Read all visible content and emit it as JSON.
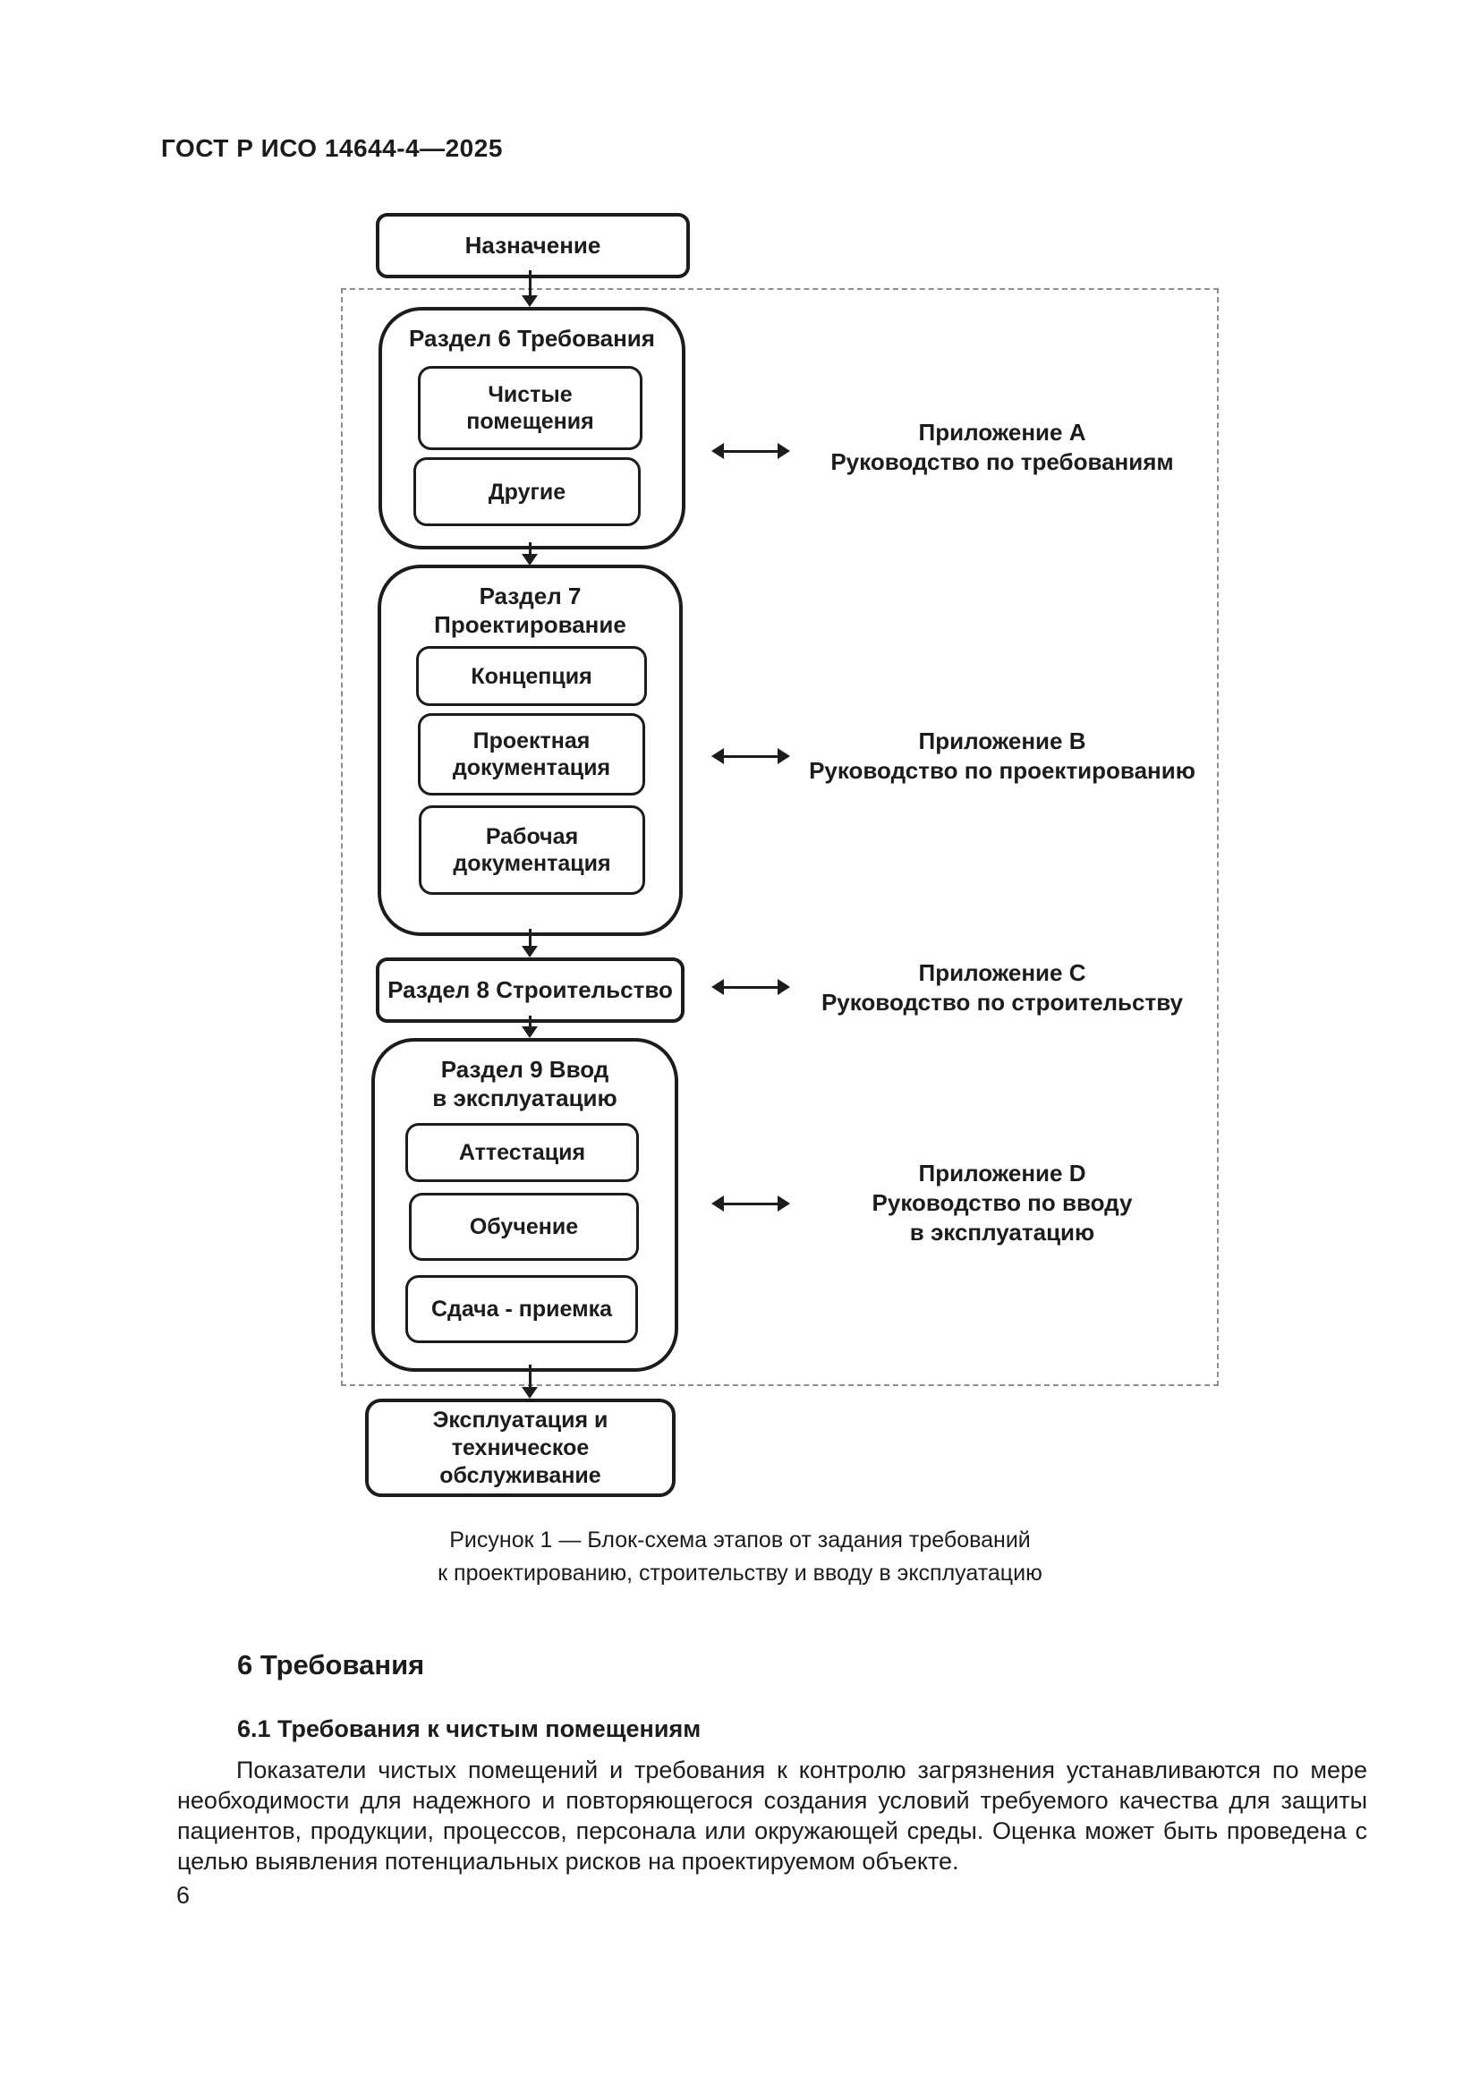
{
  "page": {
    "header_title": "ГОСТ Р ИСО 14644-4—2025",
    "page_number": "6"
  },
  "colors": {
    "ink": "#1c1c1c",
    "dashed_border": "#8f8f8f",
    "background": "#ffffff"
  },
  "flowchart": {
    "naznachenie": "Назначение",
    "razdel6": {
      "title": "Раздел 6 Требования",
      "box_chistye": "Чистые\nпомещения",
      "box_drugie": "Другие"
    },
    "razdel7": {
      "title": "Раздел 7\nПроектирование",
      "box_koncepciya": "Концепция",
      "box_proektnaya": "Проектная\nдокументация",
      "box_rabochaya": "Рабочая\nдокументация"
    },
    "razdel8": {
      "title": "Раздел 8 Строительство"
    },
    "razdel9": {
      "title": "Раздел 9 Ввод\nв эксплуатацию",
      "box_attestaciya": "Аттестация",
      "box_obuchenie": "Обучение",
      "box_sdacha": "Сдача - приемка"
    },
    "ekspluataciya": "Эксплуатация и\nтехническое\nобслуживание",
    "annex_a": "Приложение A\nРуководство по требованиям",
    "annex_b": "Приложение B\nРуководство по проектированию",
    "annex_c": "Приложение C\nРуководство по строительству",
    "annex_d": "Приложение D\nРуководство по вводу\nв эксплуатацию",
    "caption": "Рисунок 1 — Блок-схема этапов от задания требований\nк проектированию, строительству и вводу в эксплуатацию"
  },
  "section": {
    "heading": "6 Требования",
    "subheading": "6.1 Требования к чистым помещениям",
    "paragraph": "Показатели чистых помещений и требования к контролю загрязнения устанавливаются по мере необходимости для надежного и повторяющегося создания условий требуемого качества для защиты пациентов, продукции, процессов, персонала или окружающей среды. Оценка может быть проведена с целью выявления потенциальных рисков на проектируемом объекте."
  }
}
